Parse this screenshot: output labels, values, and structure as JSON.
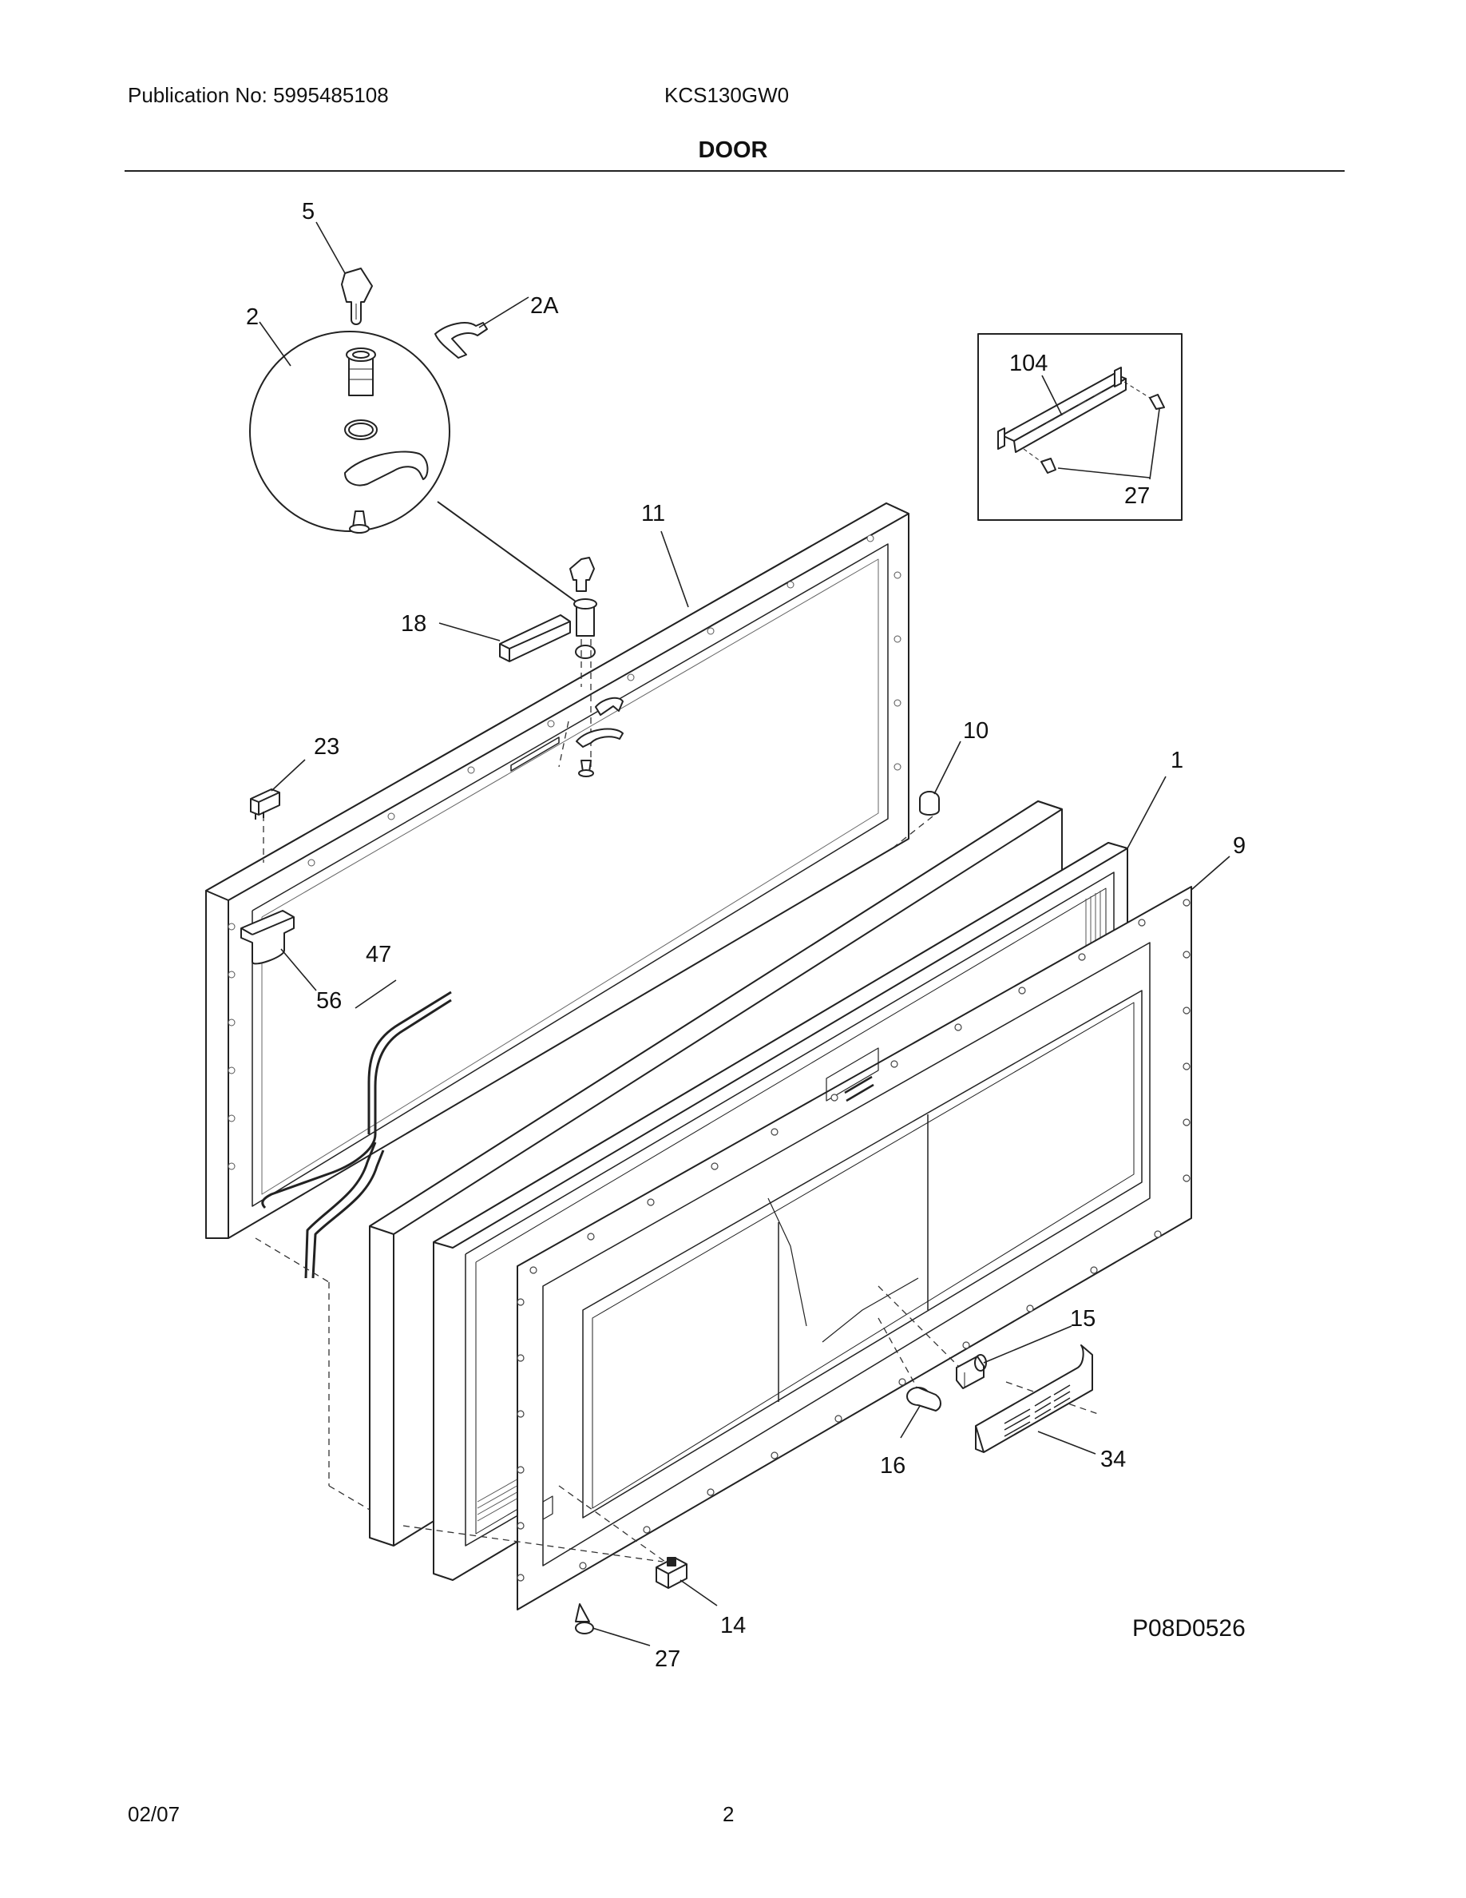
{
  "header": {
    "publication": "Publication No: 5995485108",
    "model": "KCS130GW0",
    "section_title": "DOOR"
  },
  "diagram": {
    "figure_code": "P08D0526",
    "callouts": [
      "5",
      "2",
      "2A",
      "104",
      "27",
      "11",
      "18",
      "10",
      "23",
      "1",
      "9",
      "47",
      "56",
      "15",
      "34",
      "16",
      "14",
      "27"
    ]
  },
  "footer": {
    "date": "02/07",
    "page": "2"
  }
}
